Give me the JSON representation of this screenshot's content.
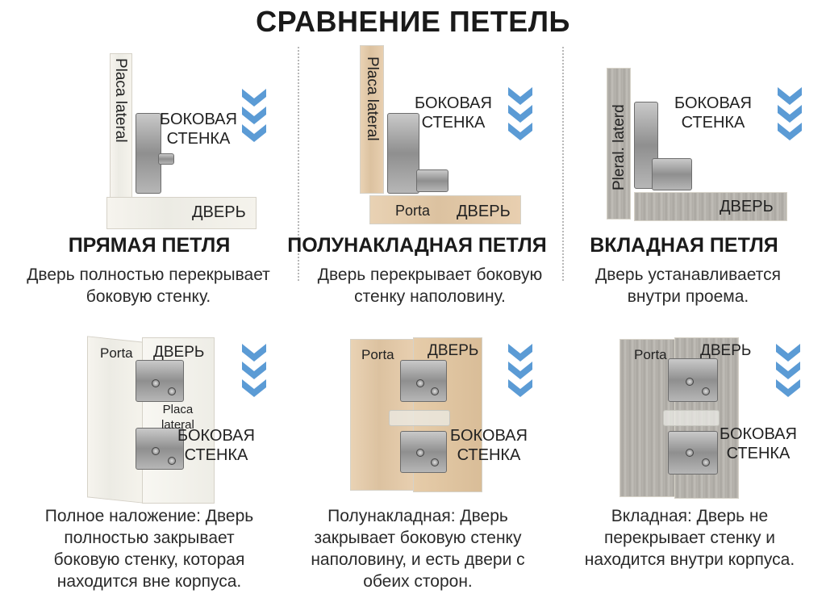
{
  "title": "СРАВНЕНИЕ ПЕТЕЛЬ",
  "top_row": [
    {
      "side_panel_label": "Placa lateral",
      "wall_label_line1": "БОКОВАЯ",
      "wall_label_line2": "СТЕНКА",
      "door_label": "ДВЕРЬ",
      "heading": "ПРЯМАЯ ПЕТЛЯ",
      "desc_line1": "Дверь полностью перекрывает",
      "desc_line2": "боковую стенку."
    },
    {
      "side_panel_label": "Placa lateral",
      "wall_label_line1": "БОКОВАЯ",
      "wall_label_line2": "СТЕНКА",
      "door_label_es": "Porta",
      "door_label": "ДВЕРЬ",
      "heading": "ПОЛУНАКЛАДНАЯ ПЕТЛЯ",
      "desc_line1": "Дверь перекрывает боковую",
      "desc_line2": "стенку наполовину."
    },
    {
      "side_panel_label": "Pleral. laterd",
      "wall_label_line1": "БОКОВАЯ",
      "wall_label_line2": "СТЕНКА",
      "door_label": "ДВЕРЬ",
      "heading": "ВКЛАДНАЯ ПЕТЛЯ",
      "desc_line1": "Дверь устанавливается",
      "desc_line2": "внутри проема."
    }
  ],
  "bottom_row": [
    {
      "door_label_es": "Porta",
      "door_label": "ДВЕРЬ",
      "placa_line1": "Placa",
      "placa_line2": "lateral",
      "wall_label_line1": "БОКОВАЯ",
      "wall_label_line2": "СТЕНКА",
      "desc_lines": [
        "Полное наложение: Дверь",
        "полностью закрывает",
        "боковую стенку, которая",
        "находится вне корпуса."
      ]
    },
    {
      "door_label_es": "Porta",
      "door_label": "ДВЕРЬ",
      "wall_label_line1": "БОКОВАЯ",
      "wall_label_line2": "СТЕНКА",
      "desc_lines": [
        "Полунакладная: Дверь",
        "закрывает боковую стенку",
        "наполовину, и есть двери с",
        "обеих сторон."
      ]
    },
    {
      "door_label_es": "Porta",
      "door_label": "ДВЕРЬ",
      "wall_label_line1": "БОКОВАЯ",
      "wall_label_line2": "СТЕНКА",
      "desc_lines": [
        "Вкладная: Дверь не",
        "перекрывает стенку и",
        "находится внутри корпуса."
      ]
    }
  ],
  "colors": {
    "chevron": "#5b9bd5",
    "white_wood": "#f1efe8",
    "oak_wood": "#e2c8a6",
    "grey_wood": "#b3b0aa"
  },
  "icons": [
    "chevron-down-icon"
  ]
}
